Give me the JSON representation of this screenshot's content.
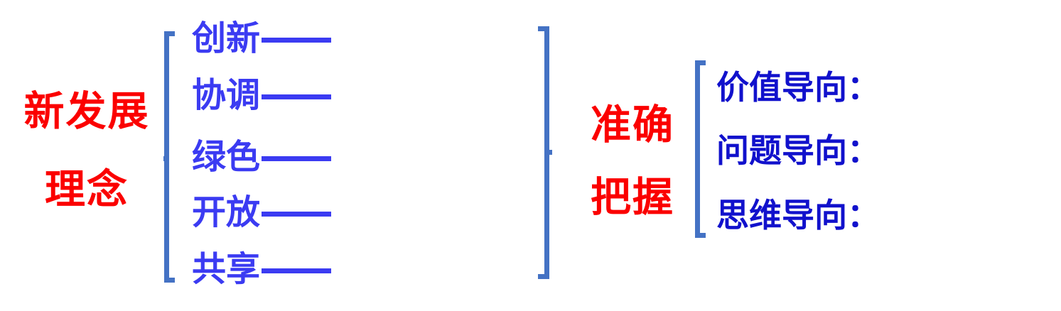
{
  "colors": {
    "label-red": "#FB0000",
    "item-blue": "#3B3BF2",
    "deep-blue": "#1111CC",
    "bracket-blue": "#4472C4"
  },
  "diagram": {
    "root": {
      "line1": "新发展",
      "line2": "理念"
    },
    "concepts": [
      {
        "label": "创新"
      },
      {
        "label": "协调"
      },
      {
        "label": "绿色"
      },
      {
        "label": "开放"
      },
      {
        "label": "共享"
      }
    ],
    "grasp": {
      "line1": "准确",
      "line2": "把握"
    },
    "orientations": [
      {
        "label": "价值导向："
      },
      {
        "label": "问题导向："
      },
      {
        "label": "思维导向："
      }
    ]
  }
}
